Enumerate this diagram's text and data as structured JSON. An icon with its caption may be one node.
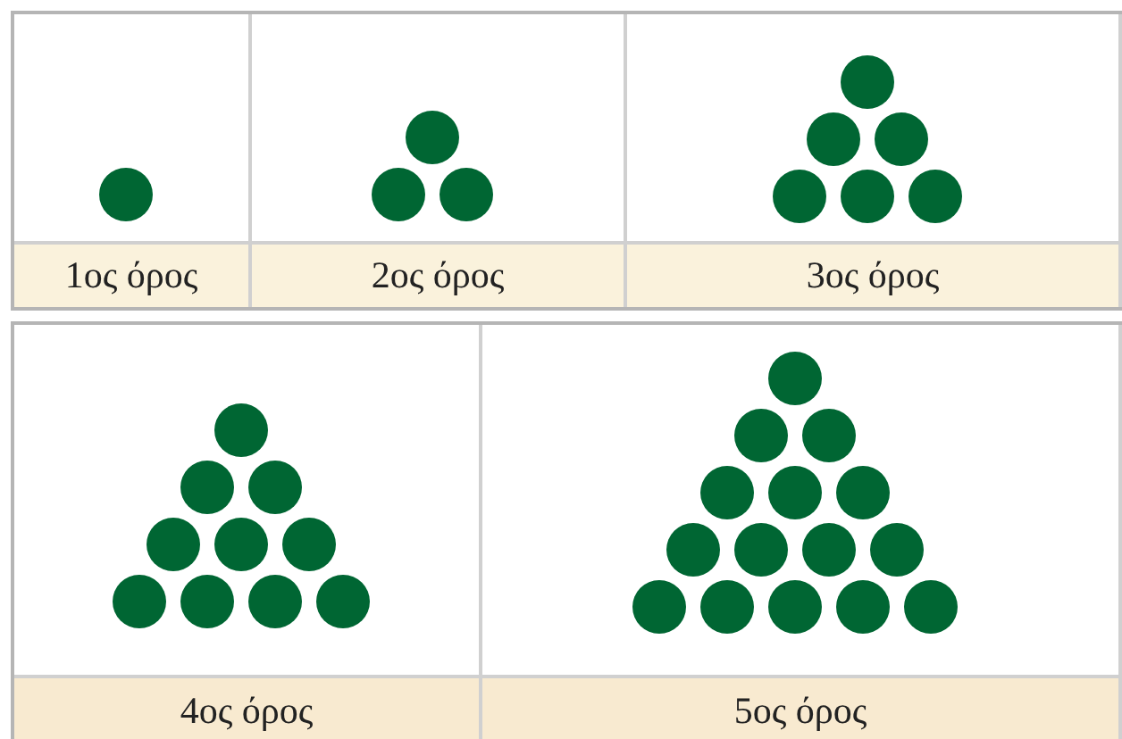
{
  "diagram": {
    "labels": [
      "1ος όρος",
      "2ος όρος",
      "3ος όρος",
      "4ος όρος",
      "5ος όρος"
    ]
  }
}
